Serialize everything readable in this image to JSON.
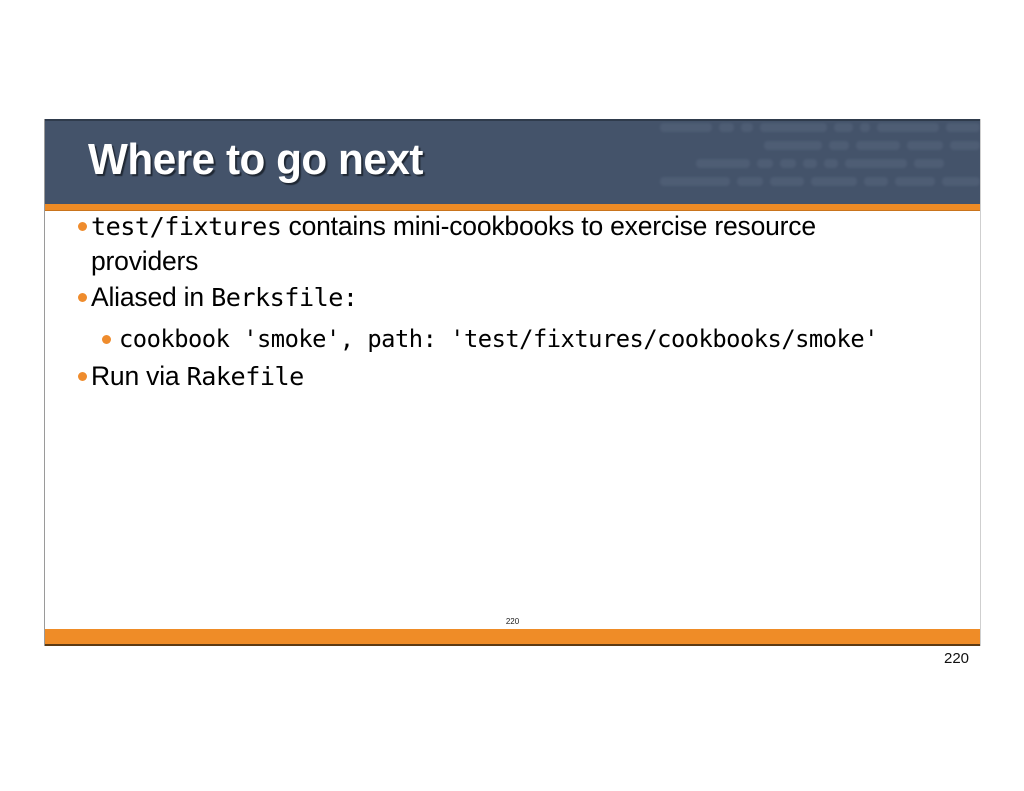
{
  "slide": {
    "title": "Where to go next",
    "accent_color": "#ef8c27",
    "title_bar_color": "#44536a",
    "bullet_color": "#ef8c2d",
    "page_number": "220",
    "bullets": [
      {
        "id": "fixtures-contains",
        "level": 1,
        "segments": [
          {
            "text": "test/fixtures",
            "style": "mono"
          },
          {
            "text": " contains mini-cookbooks to exercise resource providers",
            "style": "sans"
          }
        ]
      },
      {
        "id": "aliased-in-berksfile",
        "level": 1,
        "segments": [
          {
            "text": "Aliased in ",
            "style": "sans"
          },
          {
            "text": "Berksfile:",
            "style": "mono"
          }
        ],
        "children": [
          {
            "id": "berksfile-snippet",
            "level": 2,
            "segments": [
              {
                "text": "cookbook 'smoke', path: 'test/fixtures/cookbooks/smoke'",
                "style": "mono"
              }
            ]
          }
        ]
      },
      {
        "id": "run-via-rakefile",
        "level": 1,
        "segments": [
          {
            "text": "Run via ",
            "style": "sans"
          },
          {
            "text": "Rakefile",
            "style": "mono"
          }
        ]
      }
    ],
    "watermark_rows": [
      [
        62,
        18,
        14,
        80,
        22,
        12,
        74,
        40
      ],
      [
        58,
        20,
        44,
        36,
        30
      ],
      [
        54,
        16,
        16,
        14,
        14,
        62,
        30
      ],
      [
        70,
        26,
        34,
        46,
        24,
        40,
        38
      ]
    ]
  },
  "outer_page_number": "220"
}
